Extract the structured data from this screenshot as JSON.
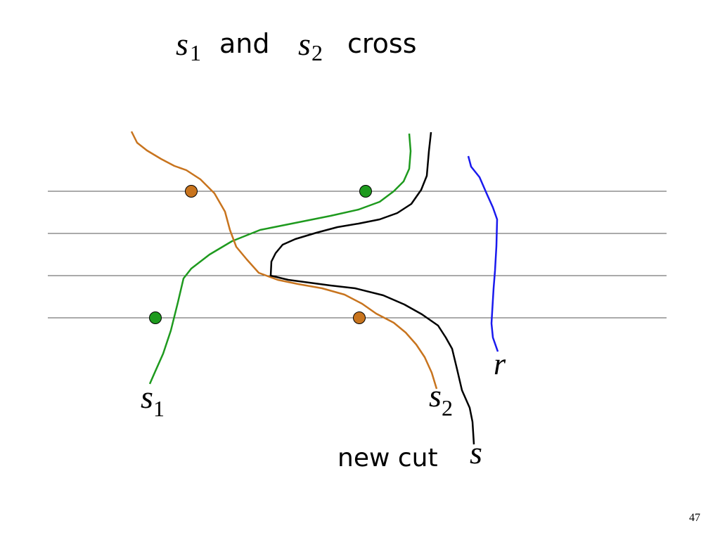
{
  "title": {
    "var1": "s",
    "sub1": "1",
    "conj": "and",
    "var2": "s",
    "sub2": "2",
    "verb": "cross"
  },
  "labels": {
    "s1": {
      "var": "s",
      "sub": "1"
    },
    "s2": {
      "var": "s",
      "sub": "2"
    },
    "r": "r",
    "s": "s",
    "new_cut": "new cut"
  },
  "page_number": "47",
  "colors": {
    "s1": "#1e9a1e",
    "s2": "#c8741e",
    "s": "#000000",
    "r": "#1a1aee",
    "text_blue": "#2b2bd6",
    "gridline": "#555555"
  }
}
